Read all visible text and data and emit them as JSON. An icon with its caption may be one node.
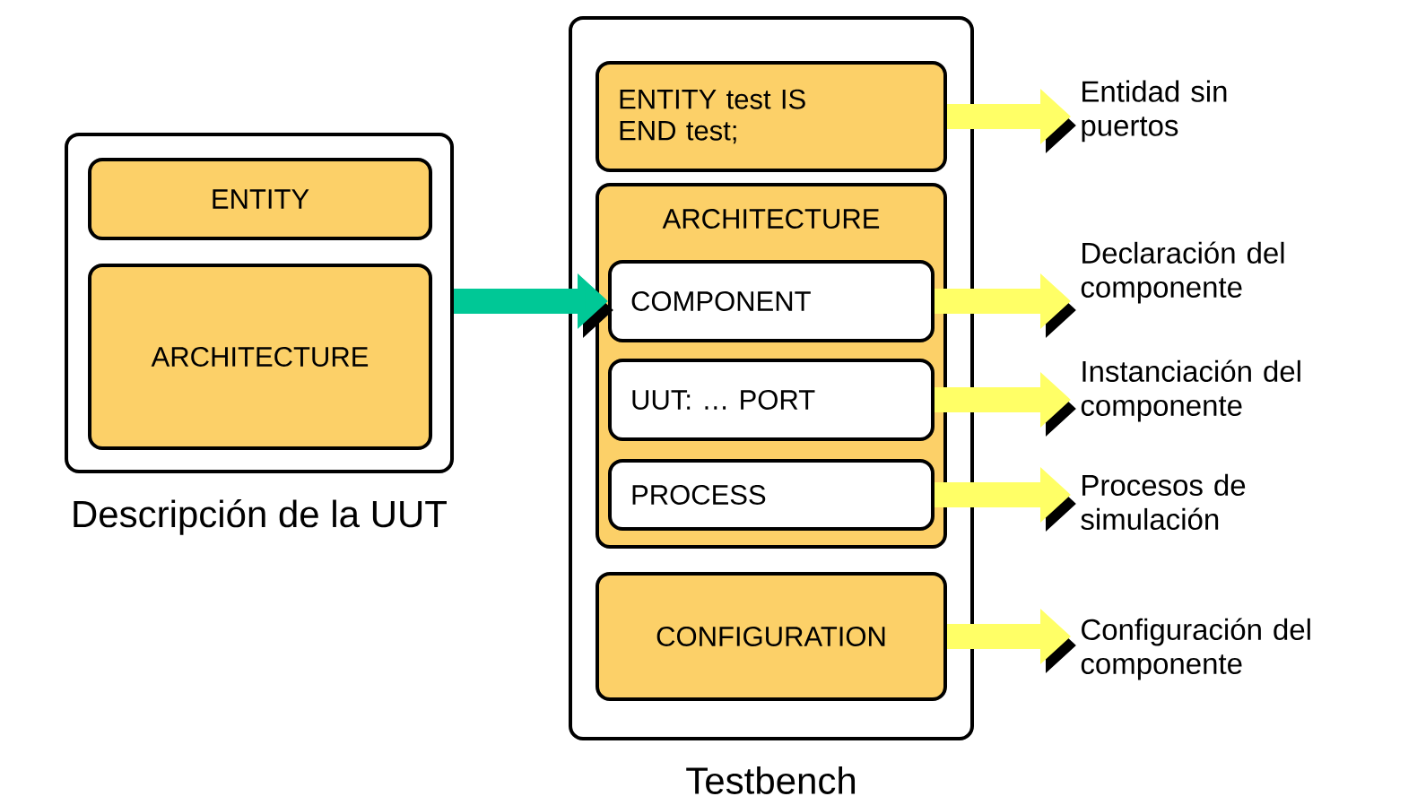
{
  "diagram": {
    "nodes": [
      {
        "text": [
          "Descripción de la UUT"
        ]
      },
      {
        "text": [
          "ENTITY"
        ],
        "in": 0
      },
      {
        "text": [
          "ARCHITECTURE"
        ],
        "in": 0
      },
      {
        "text": [
          "Testbench"
        ]
      },
      {
        "text": [
          "ENTITY test IS END test;"
        ],
        "in": 3
      },
      {
        "text": [
          "ARCHITECTURE"
        ],
        "in": 3
      },
      {
        "text": [
          "COMPONENT"
        ],
        "in": 5
      },
      {
        "text": [
          "UUT: … PORT"
        ],
        "in": 5
      },
      {
        "text": [
          "PROCESS"
        ],
        "in": 5
      },
      {
        "text": [
          "CONFIGURATION"
        ],
        "in": 3
      },
      {
        "text": [
          "Entidad sin puertos"
        ]
      },
      {
        "text": [
          "Declaración del componente"
        ]
      },
      {
        "text": [
          "Instanciación del componente"
        ]
      },
      {
        "text": [
          "Procesos de simulación"
        ]
      },
      {
        "text": [
          "Configuración del componente"
        ]
      }
    ],
    "edges": [
      {
        "from": 0,
        "to": 6,
        "arrow": "to",
        "color": "#00c896"
      },
      {
        "from": 4,
        "to": 10,
        "arrow": "to"
      },
      {
        "from": 6,
        "to": 11,
        "arrow": "to"
      },
      {
        "from": 7,
        "to": 12,
        "arrow": "to"
      },
      {
        "from": 8,
        "to": 13,
        "arrow": "to"
      },
      {
        "from": 9,
        "to": 14,
        "arrow": "to"
      }
    ]
  }
}
